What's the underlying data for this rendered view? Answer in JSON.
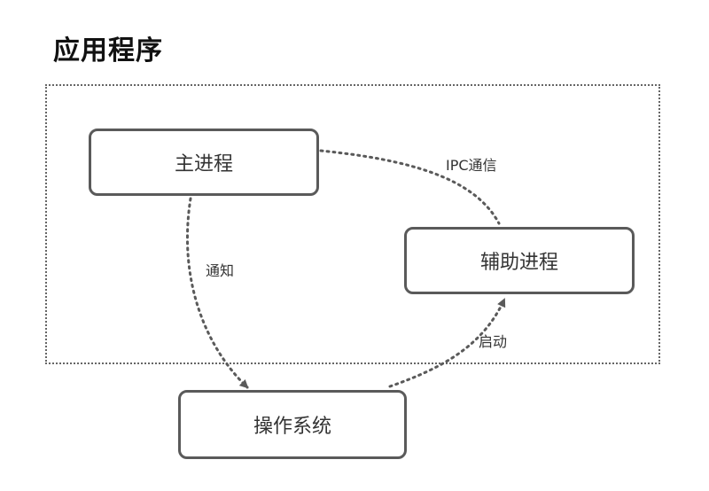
{
  "title": "应用程序",
  "nodes": {
    "main_process": "主进程",
    "helper_process": "辅助进程",
    "operating_system": "操作系统"
  },
  "edges": {
    "ipc": "IPC通信",
    "notify": "通知",
    "start": "启动"
  }
}
